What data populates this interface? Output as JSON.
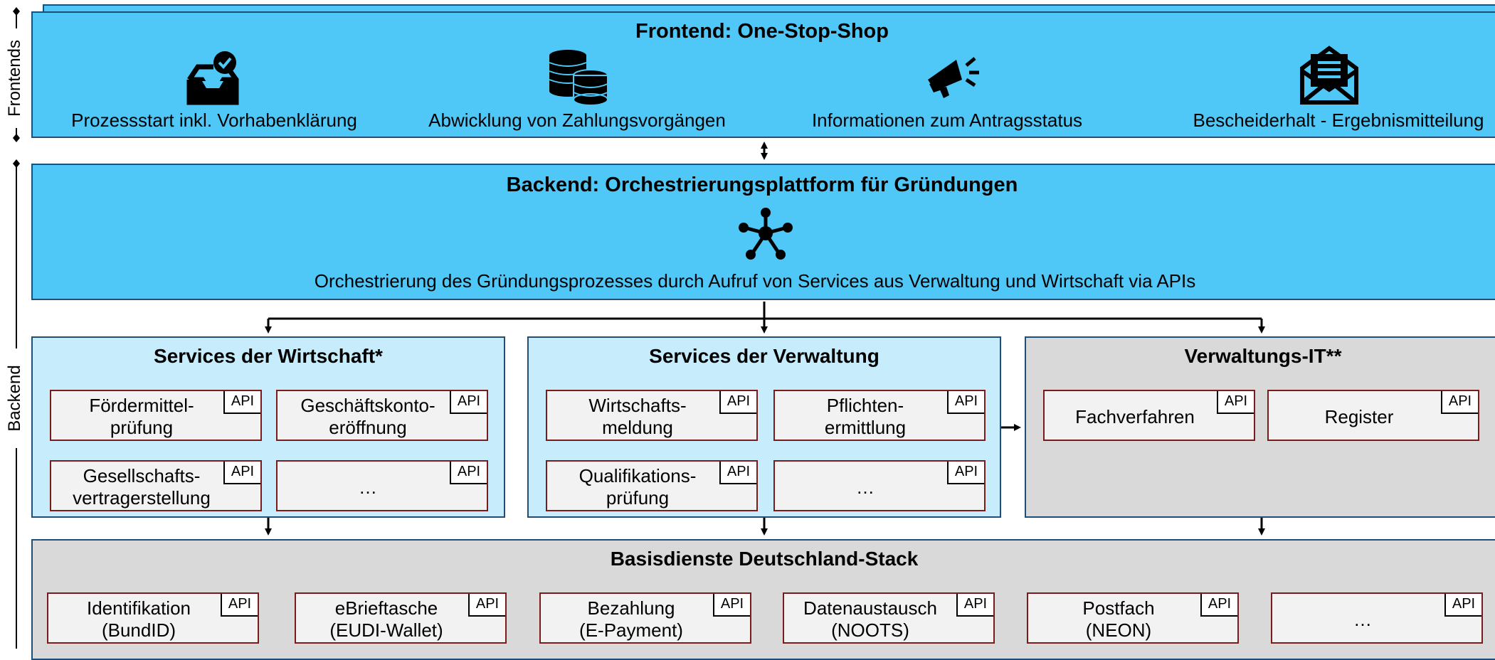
{
  "side_labels": {
    "frontends": "Frontends",
    "backend": "Backend"
  },
  "frontend": {
    "title": "Frontend: One-Stop-Shop",
    "features": [
      {
        "label": "Prozessstart inkl. Vorhabenklärung",
        "icon": "inbox-check-icon"
      },
      {
        "label": "Abwicklung von Zahlungsvorgängen",
        "icon": "coins-icon"
      },
      {
        "label": "Informationen zum Antragsstatus",
        "icon": "megaphone-icon"
      },
      {
        "label": "Bescheiderhalt - Ergebnismitteilung",
        "icon": "envelope-letter-icon"
      }
    ]
  },
  "backend": {
    "title": "Backend: Orchestrierungsplattform für Gründungen",
    "icon": "network-hub-icon",
    "description": "Orchestrierung des Gründungsprozesses durch Aufruf von Services aus Verwaltung und Wirtschaft via APIs"
  },
  "api_label": "API",
  "groups": {
    "wirtschaft": {
      "title": "Services der Wirtschaft*",
      "services": [
        "Fördermittel-\nprüfung",
        "Geschäftskonto-\neröffnung",
        "Gesellschafts-\nvertragerstellung",
        "…"
      ]
    },
    "verwaltung": {
      "title": "Services der Verwaltung",
      "services": [
        "Wirtschafts-\nmeldung",
        "Pflichten-\nermittlung",
        "Qualifikations-\nprüfung",
        "…"
      ]
    },
    "verwaltungs_it": {
      "title": "Verwaltungs-IT**",
      "services": [
        "Fachverfahren",
        "Register"
      ]
    }
  },
  "basis": {
    "title": "Basisdienste Deutschland-Stack",
    "services": [
      "Identifikation\n(BundID)",
      "eBrieftasche\n(EUDI-Wallet)",
      "Bezahlung\n(E-Payment)",
      "Datenaustausch\n(NOOTS)",
      "Postfach\n(NEON)",
      "…"
    ]
  }
}
